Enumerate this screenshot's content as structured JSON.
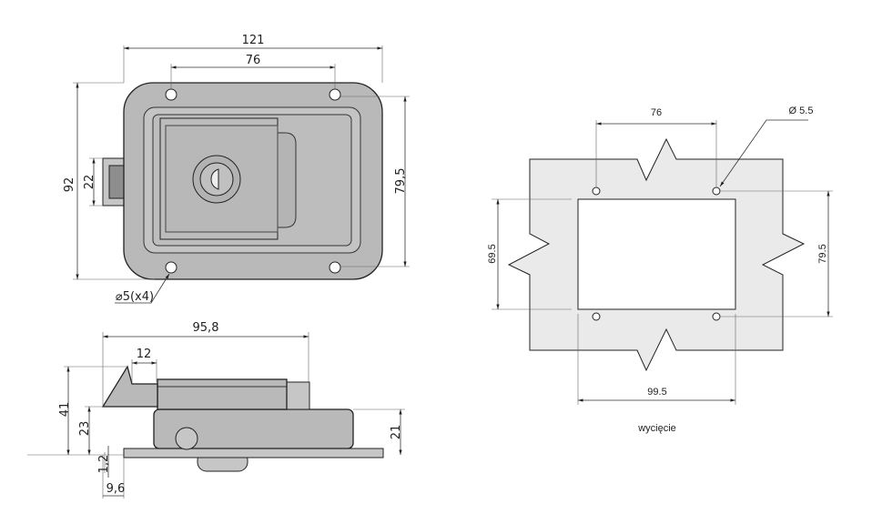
{
  "front_view": {
    "width": "121",
    "hole_spacing": "76",
    "height": "92",
    "tab_height": "22",
    "hole_vertical": "79,5",
    "hole_dia": "⌀5(x4)"
  },
  "side_view": {
    "length": "95,8",
    "bolt": "12",
    "total_height": "41",
    "bolt_height": "23",
    "body_height": "21",
    "plate_thickness": "1,2",
    "offset": "9,6"
  },
  "cutout": {
    "hole_spacing": "76",
    "hole_dia": "Ø 5.5",
    "cut_height": "69.5",
    "hole_vertical": "79.5",
    "cut_width": "99.5",
    "caption": "wycięcie"
  }
}
